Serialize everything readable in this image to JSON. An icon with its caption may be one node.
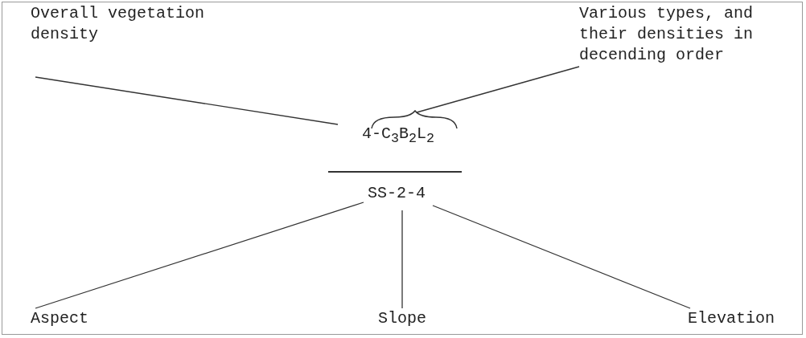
{
  "diagram": {
    "nodes": [
      {
        "text": [
          "Overall vegetation density"
        ]
      },
      {
        "text": [
          "Various types, and their densities in decending order"
        ]
      },
      {
        "text": [
          "4-C$_{3}$B$_{2}$L$_{2}$"
        ]
      },
      {
        "text": [
          "SS-2-4"
        ]
      },
      {
        "text": [
          "Aspect"
        ]
      },
      {
        "text": [
          "Slope"
        ]
      },
      {
        "text": [
          "Elevation"
        ]
      }
    ],
    "edges": [
      {
        "from": 0,
        "to": 2,
        "arrow": "none"
      },
      {
        "from": 1,
        "to": 2,
        "arrow": "none"
      },
      {
        "from": 4,
        "to": 3,
        "arrow": "none"
      },
      {
        "from": 5,
        "to": 3,
        "arrow": "none"
      },
      {
        "from": 6,
        "to": 3,
        "arrow": "none"
      }
    ]
  }
}
